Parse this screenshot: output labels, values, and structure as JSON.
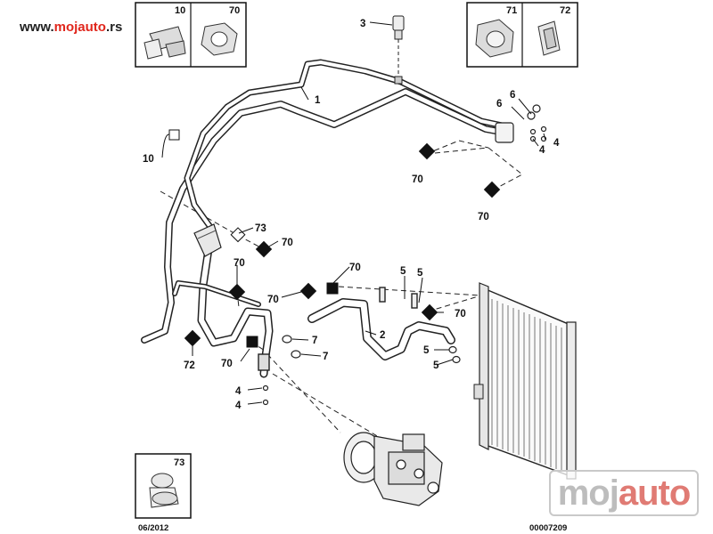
{
  "header": {
    "site_prefix": "www.",
    "site_brand": "mojauto",
    "site_suffix": ".rs"
  },
  "watermark": {
    "part_a": "moj",
    "part_b": "auto"
  },
  "legend_boxes": [
    {
      "n1": "10",
      "n2": "70"
    },
    {
      "n1": "71",
      "n2": "72"
    },
    {
      "n1": "73"
    }
  ],
  "labels": {
    "l1": "1",
    "l2": "2",
    "l3": "3",
    "l4a": "4",
    "l4b": "4",
    "l4c": "4",
    "l4d": "4",
    "l5a": "5",
    "l5b": "5",
    "l5c": "5",
    "l5d": "5",
    "l6a": "6",
    "l6b": "6",
    "l7a": "7",
    "l7b": "7",
    "l10": "10",
    "l70a": "70",
    "l70b": "70",
    "l70c": "70",
    "l70d": "70",
    "l70e": "70",
    "l70f": "70",
    "l70g": "70",
    "l70h": "70",
    "l72": "72",
    "l73": "73"
  },
  "footer": {
    "date": "06/2012",
    "ref": "00007209"
  },
  "colors": {
    "brand_red": "#e0261c",
    "line": "#222222"
  }
}
